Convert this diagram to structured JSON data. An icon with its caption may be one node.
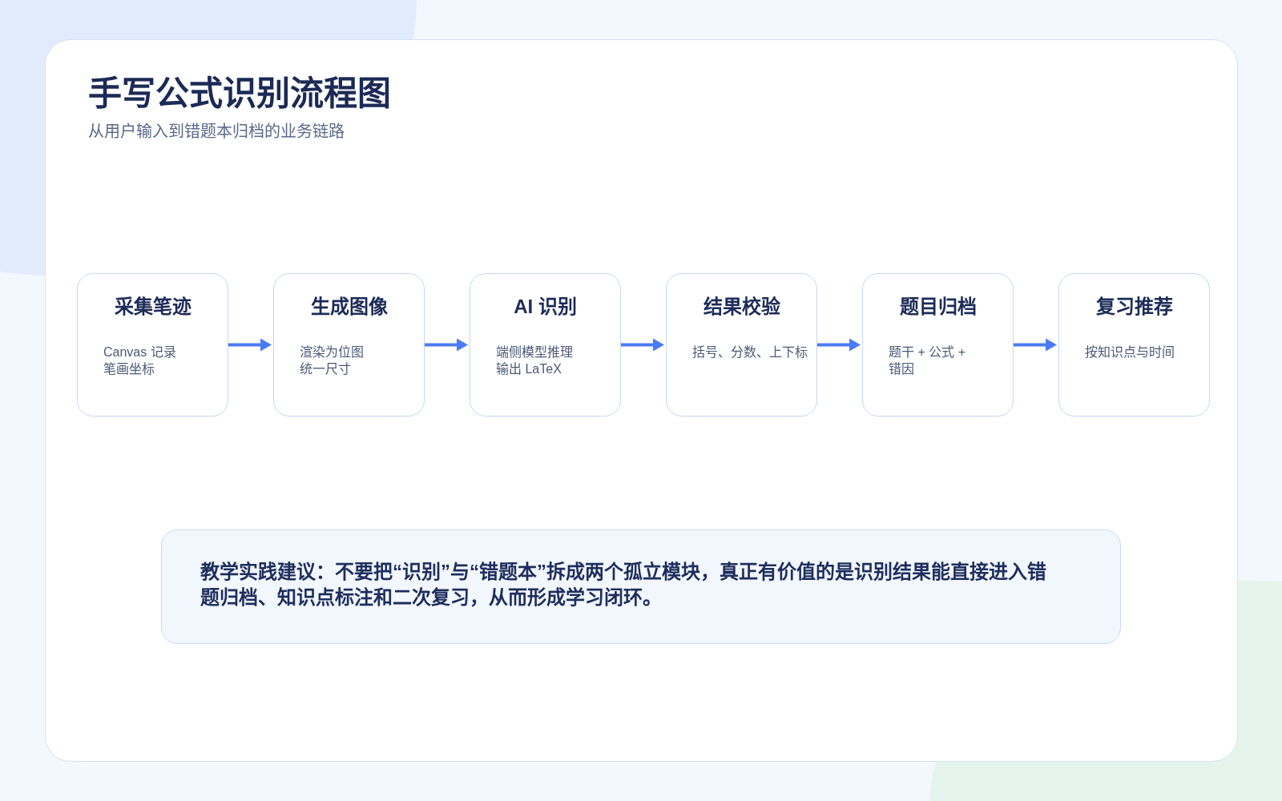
{
  "diagram": {
    "title": "手写公式识别流程图",
    "nodes": [
      {
        "text": [
          "采集笔迹",
          "Canvas 记录笔画坐标"
        ]
      },
      {
        "text": [
          "生成图像",
          "渲染为位图统一尺寸"
        ]
      },
      {
        "text": [
          "AI 识别",
          "端侧模型推理输出 LaTeX"
        ]
      },
      {
        "text": [
          "结果校验",
          "括号、分数、上下标"
        ]
      },
      {
        "text": [
          "题目归档",
          "题干 + 公式 + 错因"
        ]
      },
      {
        "text": [
          "复习推荐",
          "按知识点与时间"
        ]
      },
      {
        "text": [
          "教学实践建议：不要把“识别”与“错题本”拆成两个孤立模块，真正有价值的是识别结果能直接进入错题归档、知识点标注和二次复习，从而形成学习闭环。"
        ]
      }
    ],
    "edges": [
      {
        "from": 0,
        "to": 1,
        "arrow": "to"
      },
      {
        "from": 1,
        "to": 2,
        "arrow": "to"
      },
      {
        "from": 2,
        "to": 3,
        "arrow": "to"
      },
      {
        "from": 3,
        "to": 4,
        "arrow": "to"
      },
      {
        "from": 4,
        "to": 5,
        "arrow": "to"
      }
    ],
    "labels": [
      "从用户输入到错题本归档的业务链路"
    ]
  }
}
